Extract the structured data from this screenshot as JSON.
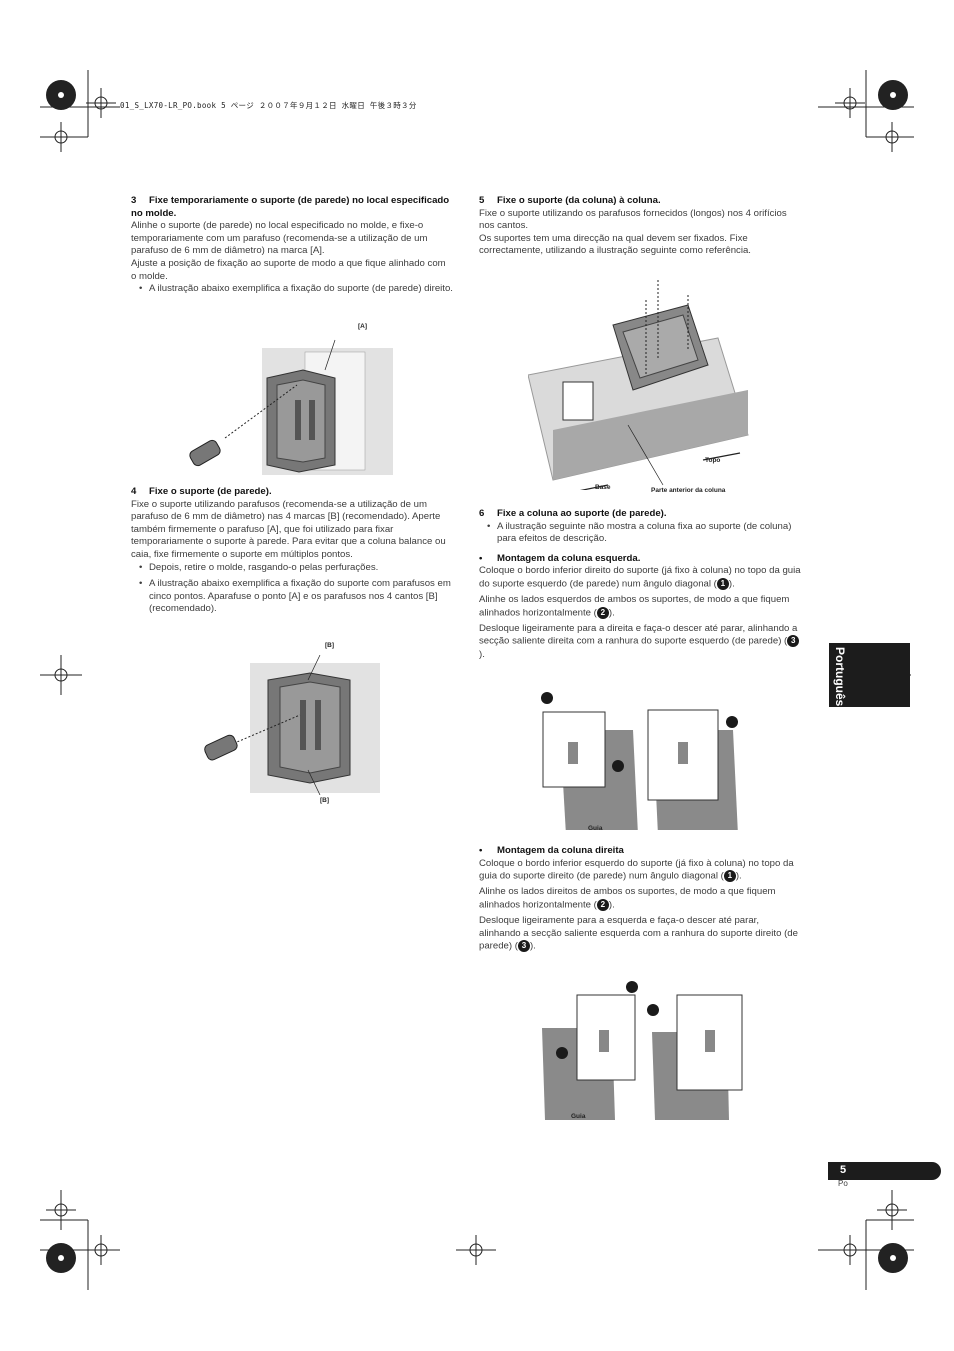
{
  "header": {
    "file_info": "01_S_LX70-LR_PO.book  5 ページ  ２００７年９月１２日  水曜日  午後３時３分"
  },
  "left": {
    "step3": {
      "number": "3",
      "title": "Fixe temporariamente o suporte (de parede) no local especificado no molde.",
      "para1": "Alinhe o suporte (de parede) no local especificado no molde, e fixe-o temporariamente com um parafuso (recomenda-se a utilização de um parafuso de 6 mm de diâmetro) na marca [A].",
      "para2": "Ajuste a posição de fixação ao suporte de modo a que fique alinhado com o molde.",
      "bullet1": "A ilustração abaixo exemplifica a fixação do suporte (de parede) direito.",
      "label_a": "[A]"
    },
    "step4": {
      "number": "4",
      "title": "Fixe o suporte (de parede).",
      "para1": "Fixe o suporte utilizando parafusos (recomenda-se a utilização de um parafuso de 6 mm de diâmetro) nas 4 marcas [B] (recomendado). Aperte também firmemente o parafuso [A], que foi utilizado para fixar temporariamente o suporte à parede. Para evitar que a coluna balance ou caia, fixe firmemente o suporte em múltiplos pontos.",
      "bullet1": "Depois, retire o molde, rasgando-o pelas perfurações.",
      "bullet2": "A ilustração abaixo exemplifica a fixação do suporte com parafusos em cinco pontos. Aparafuse o ponto [A] e os parafusos nos 4 cantos [B] (recomendado).",
      "label_b_top": "[B]",
      "label_b_bottom": "[B]"
    }
  },
  "right": {
    "step5": {
      "number": "5",
      "title": "Fixe o suporte (da coluna) à coluna.",
      "para1": "Fixe o suporte utilizando os parafusos fornecidos (longos) nos 4 orifícios nos cantos.",
      "para2": "Os suportes tem uma direcção na qual devem ser fixados. Fixe correctamente, utilizando a ilustração seguinte como referência.",
      "label_topo": "Topo",
      "label_base": "Base",
      "label_front": "Parte anterior da coluna"
    },
    "step6": {
      "number": "6",
      "title": "Fixe a coluna ao suporte (de parede).",
      "bullet1": "A ilustração seguinte não mostra a coluna fixa ao suporte (de coluna) para efeitos de descrição."
    },
    "left_mount": {
      "title": "Montagem da coluna esquerda.",
      "p1": "Coloque o bordo inferior direito do suporte (já fixo à coluna) no topo da guia do suporte esquerdo (de parede) num ângulo diagonal (",
      "p1_end": ").",
      "p2": "Alinhe os lados esquerdos de ambos os suportes, de modo a que fiquem alinhados horizontalmente (",
      "p2_end": ").",
      "p3": "Desloque ligeiramente para a direita e faça-o descer até parar, alinhando a secção saliente direita com a ranhura do suporte esquerdo (de parede) (",
      "p3_end": ").",
      "label_guia": "Guia"
    },
    "right_mount": {
      "title": "Montagem da coluna direita",
      "p1": "Coloque o bordo inferior esquerdo do suporte (já fixo à coluna) no topo da guia do suporte direito (de parede) num ângulo diagonal (",
      "p1_end": ").",
      "p2": "Alinhe os lados direitos de ambos os suportes, de modo a que fiquem alinhados horizontalmente (",
      "p2_end": ").",
      "p3": "Desloque ligeiramente para a esquerda e faça-o descer até parar, alinhando a secção saliente esquerda com a ranhura do suporte direito (de parede) (",
      "p3_end": ").",
      "label_guia": "Guia"
    },
    "markers": {
      "one": "1",
      "two": "2",
      "three": "3"
    }
  },
  "side_tab": {
    "label": "Português"
  },
  "footer": {
    "page_number": "5",
    "lang_code": "Po"
  }
}
